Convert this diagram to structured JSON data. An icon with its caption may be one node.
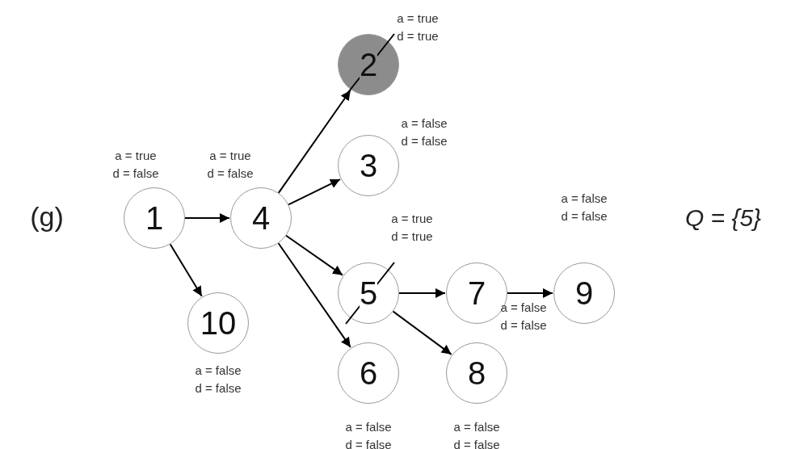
{
  "diagram": {
    "nodes": [
      {
        "text": [
          "1"
        ],
        "beside": [
          "a = true",
          "d = false"
        ]
      },
      {
        "text": [
          "10"
        ],
        "beside": [
          "a = false",
          "d = false"
        ]
      },
      {
        "text": [
          "4"
        ],
        "beside": [
          "a = true",
          "d = false"
        ]
      },
      {
        "text": [
          "2"
        ],
        "beside": [
          "a = true",
          "d = true"
        ]
      },
      {
        "text": [
          "3"
        ],
        "beside": [
          "a = false",
          "d = false"
        ]
      },
      {
        "text": [
          "5"
        ],
        "beside": [
          "a = true",
          "d = true"
        ]
      },
      {
        "text": [
          "6"
        ],
        "beside": [
          "a = false",
          "d = false"
        ]
      },
      {
        "text": [
          "7"
        ],
        "beside": [
          "a = false",
          "d = false"
        ]
      },
      {
        "text": [
          "8"
        ],
        "beside": [
          "a = false",
          "d = false"
        ]
      },
      {
        "text": [
          "9"
        ],
        "beside": [
          "a = false",
          "d = false"
        ]
      }
    ],
    "edges": [
      {
        "from": 0,
        "to": 2,
        "arrow": "to"
      },
      {
        "from": 0,
        "to": 1,
        "arrow": "to"
      },
      {
        "from": 2,
        "to": 3,
        "arrow": "to"
      },
      {
        "from": 2,
        "to": 4,
        "arrow": "to"
      },
      {
        "from": 2,
        "to": 5,
        "arrow": "to"
      },
      {
        "from": 2,
        "to": 6,
        "arrow": "to"
      },
      {
        "from": 5,
        "to": 7,
        "arrow": "to"
      },
      {
        "from": 5,
        "to": 8,
        "arrow": "to"
      },
      {
        "from": 7,
        "to": 9,
        "arrow": "to"
      }
    ],
    "labels": [
      "(g)",
      "Q = {5}"
    ]
  }
}
